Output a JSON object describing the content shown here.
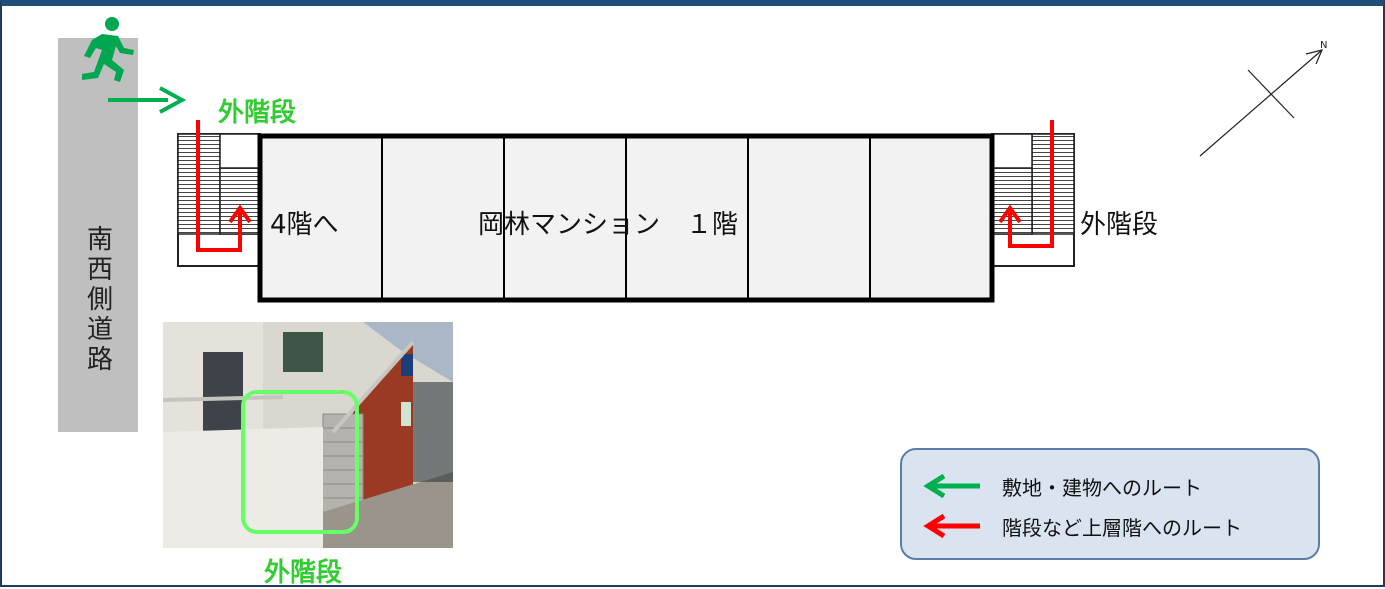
{
  "road": {
    "label": "南西側道路"
  },
  "labels": {
    "ext_stairs_top": "外階段",
    "ext_stairs_right": "外階段",
    "ext_stairs_photo": "外階段",
    "to_4f": "4階へ",
    "building": "岡林マンション　１階"
  },
  "legend": {
    "items": [
      {
        "label": "敷地・建物へのルート",
        "color": "#00b050"
      },
      {
        "label": "階段など上層階へのルート",
        "color": "#ff0000"
      }
    ]
  },
  "icons": {
    "exit": "running-person-exit-icon",
    "compass": "north-compass-icon"
  },
  "colors": {
    "route_site": "#00b050",
    "route_upper": "#ff0000",
    "label_green": "#33cc33",
    "road": "#bfbfbf",
    "frame": "#1f4e79"
  }
}
